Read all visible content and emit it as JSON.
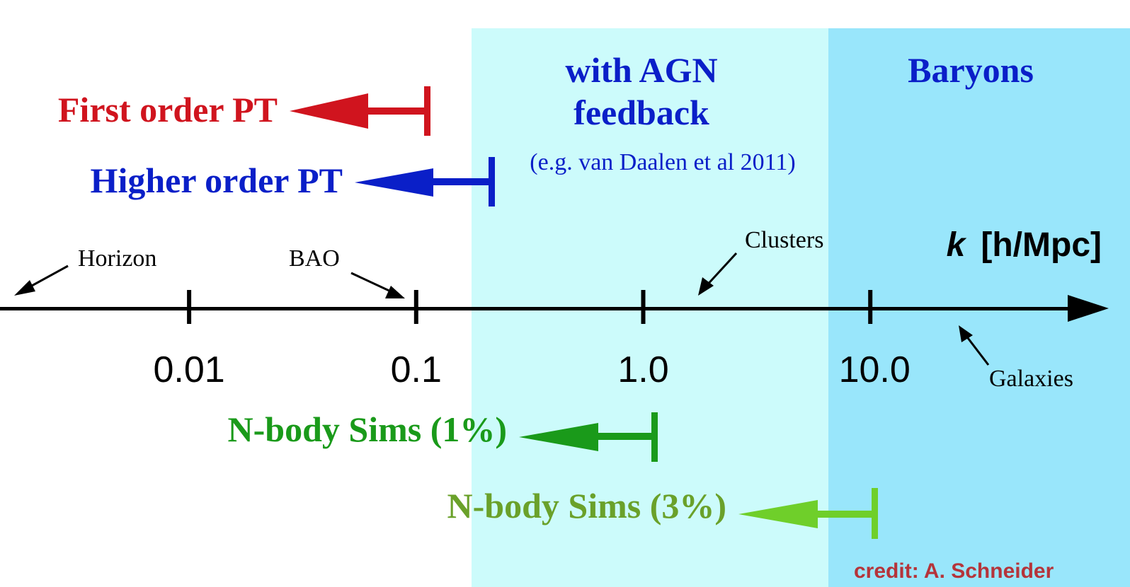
{
  "colors": {
    "agn_region": "#ccfbfb",
    "baryon_region": "#99e6fb",
    "red": "#d0141e",
    "blue": "#0a1fc8",
    "dark_green": "#1a9a1a",
    "light_green": "#6fcf2a",
    "olive_text": "#6aa12a",
    "credit": "#b5343a",
    "axis": "#000000"
  },
  "regions": {
    "agn": {
      "line1": "with AGN",
      "line2": "feedback",
      "reference": "(e.g. van Daalen et al 2011)",
      "k_start": 0.2,
      "k_end": 6.0
    },
    "baryons": {
      "label": "Baryons",
      "k_start": 6.0
    }
  },
  "axis": {
    "symbol": "k",
    "unit": "[h/Mpc]",
    "ticks": [
      {
        "k": 0.01,
        "label": "0.01"
      },
      {
        "k": 0.1,
        "label": "0.1"
      },
      {
        "k": 1.0,
        "label": "1.0"
      },
      {
        "k": 10.0,
        "label": "10.0"
      }
    ]
  },
  "annotations": [
    {
      "id": "horizon",
      "label": "Horizon"
    },
    {
      "id": "bao",
      "label": "BAO"
    },
    {
      "id": "clusters",
      "label": "Clusters"
    },
    {
      "id": "galaxies",
      "label": "Galaxies"
    }
  ],
  "ranges": [
    {
      "id": "first-order-pt",
      "label": "First order PT",
      "k_max": 0.1
    },
    {
      "id": "higher-order-pt",
      "label": "Higher order PT",
      "k_max": 0.2
    },
    {
      "id": "nbody-1",
      "label": "N-body Sims (1%)",
      "k_max": 1.0
    },
    {
      "id": "nbody-3",
      "label": "N-body Sims (3%)",
      "k_max": 10.0
    }
  ],
  "credit": "credit: A. Schneider"
}
